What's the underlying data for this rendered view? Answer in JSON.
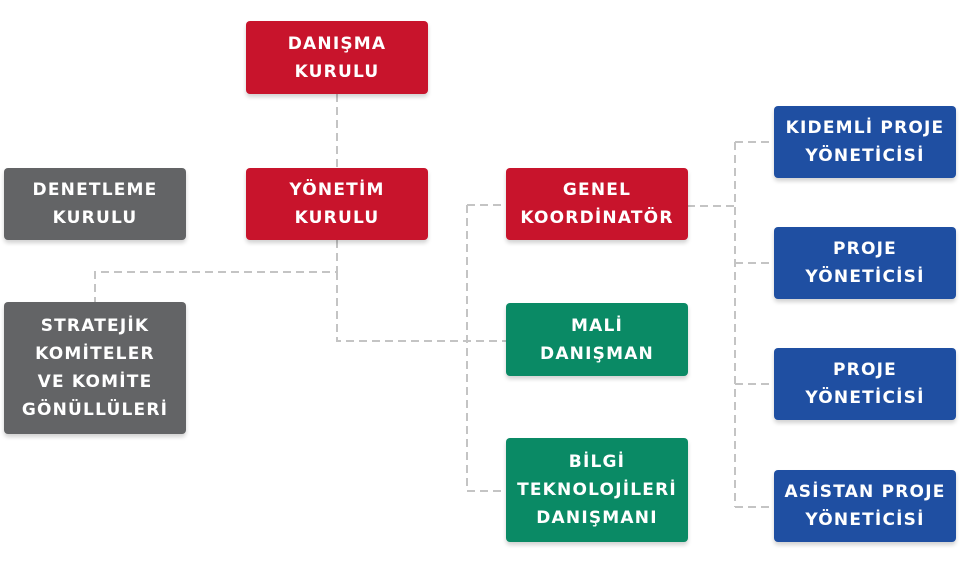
{
  "colors": {
    "red": "#c8142c",
    "gray": "#636466",
    "green": "#0a8a65",
    "blue": "#1f4fa2",
    "connector": "#c4c4c4"
  },
  "nodes": {
    "danisma_kurulu": "DANIŞMA\nKURULU",
    "yonetim_kurulu": "YÖNETİM\nKURULU",
    "denetleme_kurulu": "DENETLEME\nKURULU",
    "stratejik_komiteler": "STRATEJİK\nKOMİTELER\nVE KOMİTE\nGÖNÜLLÜLERİ",
    "genel_koordinator": "GENEL\nKOORDİNATÖR",
    "mali_danisman": "MALİ\nDANIŞMAN",
    "bilgi_teknolojileri": "BİLGİ\nTEKNOLOJİLERİ\nDANIŞMANI",
    "kidemli_proje": "KIDEMLİ PROJE\nYÖNETİCİSİ",
    "proje_1": "PROJE\nYÖNETİCİSİ",
    "proje_2": "PROJE\nYÖNETİCİSİ",
    "asistan_proje": "ASİSTAN PROJE\nYÖNETİCİSİ"
  }
}
